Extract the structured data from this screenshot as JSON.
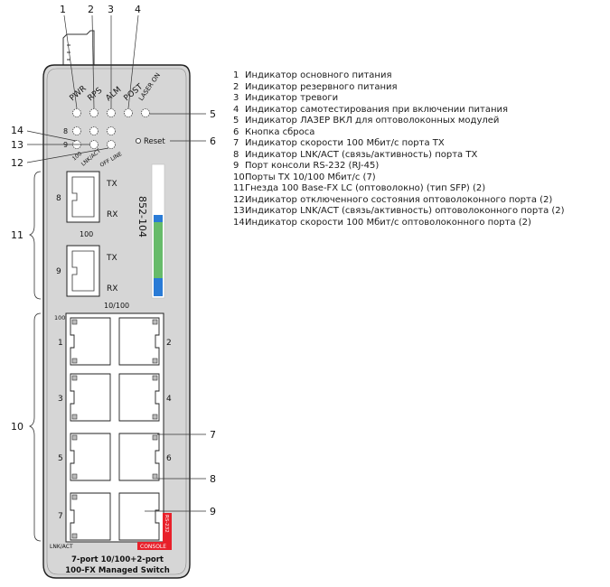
{
  "device": {
    "model_number": "852-104",
    "label_line1": "7-port 10/100+2-port",
    "label_line2": "100-FX Managed Switch",
    "console_label": "CONSOLE",
    "console_port_code": "RS-232",
    "lnk_act_label": "LNK/ACT",
    "reset_label": "Reset",
    "led_labels": {
      "pwr": "PWR",
      "rps": "RPS",
      "alm": "ALM",
      "post": "POST",
      "laser_on": "LASER ON"
    },
    "fiber_led_labels": {
      "speed_100": "100",
      "lnk_act": "LNK/ACT",
      "off_line": "OFF LINE"
    },
    "fiber_ports": [
      {
        "number": "8",
        "tx": "TX",
        "rx": "RX",
        "caption": "100"
      },
      {
        "number": "9",
        "tx": "TX",
        "rx": "RX",
        "caption": "10/100"
      }
    ],
    "rj45_corner_label": "100",
    "rj45_port_numbers": [
      "1",
      "2",
      "3",
      "4",
      "5",
      "6",
      "7"
    ]
  },
  "callouts": [
    "1",
    "2",
    "3",
    "4",
    "5",
    "6",
    "7",
    "8",
    "9",
    "10",
    "11",
    "12",
    "13",
    "14"
  ],
  "legend": [
    {
      "num": "1",
      "text": "Индикатор основного питания"
    },
    {
      "num": "2",
      "text": "Индикатор резервного питания"
    },
    {
      "num": "3",
      "text": "Индикатор тревоги"
    },
    {
      "num": "4",
      "text": "Индикатор самотестирования при включении питания"
    },
    {
      "num": "5",
      "text": "Индикатор ЛАЗЕР ВКЛ для оптоволоконных модулей"
    },
    {
      "num": "6",
      "text": "Кнопка сброса"
    },
    {
      "num": "7",
      "text": "Индикатор скорости 100 Мбит/с порта TX"
    },
    {
      "num": "8",
      "text": "Индикатор LNK/ACT (связь/активность) порта TX"
    },
    {
      "num": "9",
      "text": "Порт консоли RS-232 (RJ-45)"
    },
    {
      "num": "10",
      "text": "Порты TX 10/100 Мбит/с (7)"
    },
    {
      "num": "11",
      "text": "Гнезда 100 Base-FX LC (оптоволокно) (тип SFP) (2)"
    },
    {
      "num": "12",
      "text": "Индикатор отключенного состояния оптоволоконного порта (2)"
    },
    {
      "num": "13",
      "text": "Индикатор LNK/ACT (связь/активность) оптоволоконного порта (2)"
    },
    {
      "num": "14",
      "text": "Индикатор скорости 100 Мбит/с оптоволоконного порта (2)"
    }
  ],
  "colors": {
    "console_red": "#e8202a",
    "stripe_green": "#4caf50",
    "stripe_blue": "#2a7bd6",
    "body_gray": "#d6d6d6"
  }
}
